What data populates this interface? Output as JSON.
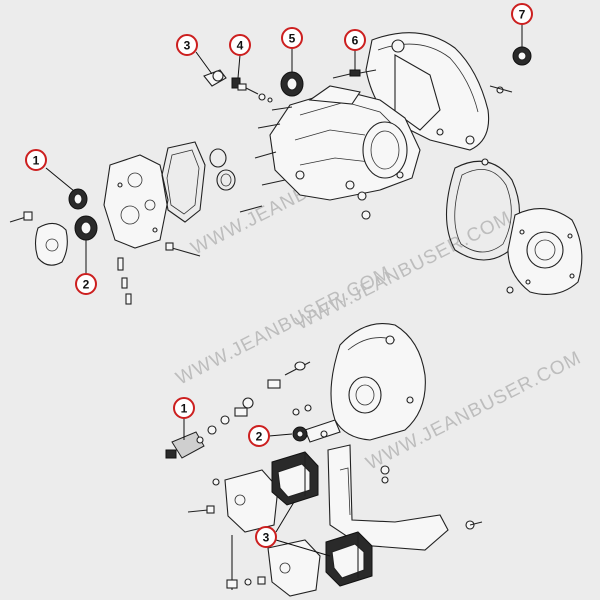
{
  "watermark": {
    "text": "WWW.JEANBUSER.COM",
    "color": "#bdbdbd"
  },
  "colors": {
    "background": "#ececec",
    "callout_ring": "#cc1f1f",
    "callout_fill": "#ffffff",
    "line_art": "#222222"
  },
  "callouts": [
    {
      "label": "1",
      "group": "transmission"
    },
    {
      "label": "2",
      "group": "transmission"
    },
    {
      "label": "3",
      "group": "transmission"
    },
    {
      "label": "4",
      "group": "transmission"
    },
    {
      "label": "5",
      "group": "transmission"
    },
    {
      "label": "6",
      "group": "transmission"
    },
    {
      "label": "7",
      "group": "transmission"
    },
    {
      "label": "1",
      "group": "mounts"
    },
    {
      "label": "2",
      "group": "mounts"
    },
    {
      "label": "3",
      "group": "mounts"
    }
  ]
}
